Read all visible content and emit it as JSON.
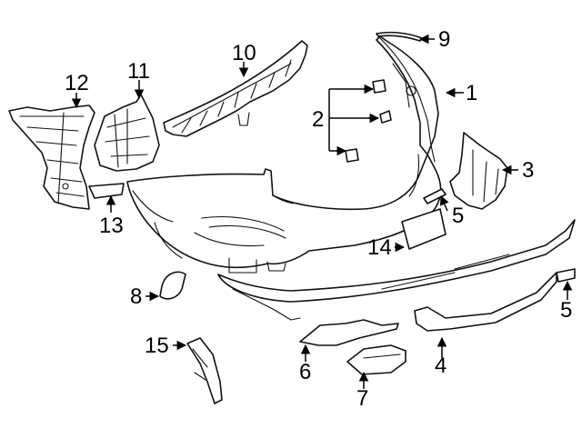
{
  "callouts": [
    {
      "id": "c1",
      "text": "1"
    },
    {
      "id": "c2",
      "text": "2"
    },
    {
      "id": "c3",
      "text": "3"
    },
    {
      "id": "c4",
      "text": "4"
    },
    {
      "id": "c5a",
      "text": "5"
    },
    {
      "id": "c5b",
      "text": "5"
    },
    {
      "id": "c6",
      "text": "6"
    },
    {
      "id": "c7",
      "text": "7"
    },
    {
      "id": "c8",
      "text": "8"
    },
    {
      "id": "c9",
      "text": "9"
    },
    {
      "id": "c10",
      "text": "10"
    },
    {
      "id": "c11",
      "text": "11"
    },
    {
      "id": "c12",
      "text": "12"
    },
    {
      "id": "c13",
      "text": "13"
    },
    {
      "id": "c14",
      "text": "14"
    },
    {
      "id": "c15",
      "text": "15"
    }
  ],
  "colors": {
    "line": "#111111",
    "background": "#ffffff"
  }
}
